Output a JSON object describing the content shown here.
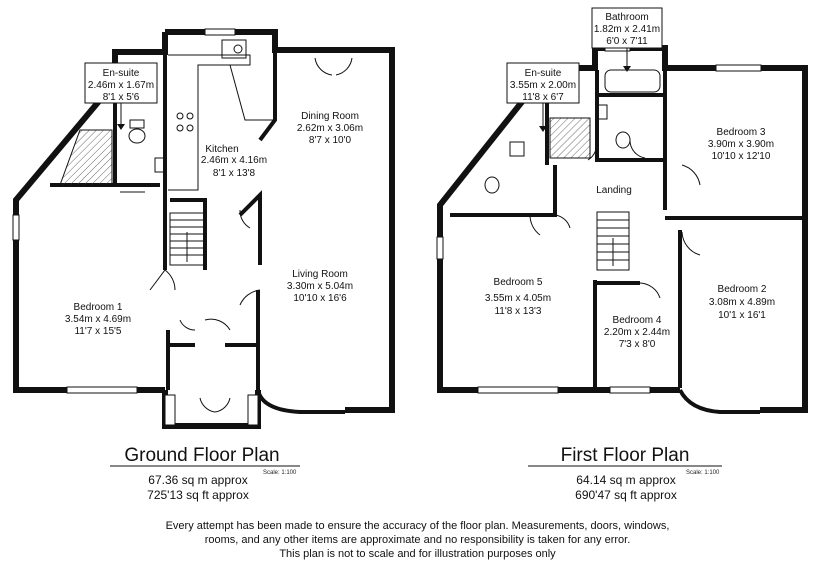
{
  "ground": {
    "title": "Ground Floor Plan",
    "scale": "Scale: 1:100",
    "area_m": "67.36 sq m approx",
    "area_ft": "725'13 sq ft approx",
    "rooms": {
      "ensuite": {
        "name": "En-suite",
        "m": "2.46m x 1.67m",
        "ft": "8'1 x 5'6"
      },
      "kitchen": {
        "name": "Kitchen",
        "m": "2.46m x 4.16m",
        "ft": "8'1 x 13'8"
      },
      "dining": {
        "name": "Dining Room",
        "m": "2.62m x 3.06m",
        "ft": "8'7 x 10'0"
      },
      "living": {
        "name": "Living Room",
        "m": "3.30m x 5.04m",
        "ft": "10'10 x 16'6"
      },
      "bed1": {
        "name": "Bedroom 1",
        "m": "3.54m x 4.69m",
        "ft": "11'7 x 15'5"
      }
    }
  },
  "first": {
    "title": "First Floor Plan",
    "scale": "Scale: 1:100",
    "area_m": "64.14 sq m approx",
    "area_ft": "690'47 sq ft approx",
    "rooms": {
      "bathroom": {
        "name": "Bathroom",
        "m": "1.82m x 2.41m",
        "ft": "6'0 x 7'11"
      },
      "ensuite": {
        "name": "En-suite",
        "m": "3.55m x 2.00m",
        "ft": "11'8 x 6'7"
      },
      "bed3": {
        "name": "Bedroom 3",
        "m": "3.90m x 3.90m",
        "ft": "10'10 x 12'10"
      },
      "landing": {
        "name": "Landing"
      },
      "bed5": {
        "name": "Bedroom 5",
        "m": "3.55m x 4.05m",
        "ft": "11'8 x 13'3"
      },
      "bed4": {
        "name": "Bedroom 4",
        "m": "2.20m x 2.44m",
        "ft": "7'3 x 8'0"
      },
      "bed2": {
        "name": "Bedroom 2",
        "m": "3.08m x 4.89m",
        "ft": "10'1 x 16'1"
      }
    }
  },
  "disclaimer": {
    "line1": "Every attempt has been made to ensure the accuracy of the floor plan. Measurements, doors, windows,",
    "line2": "rooms, and any other items are approximate and no responsibility is taken for any error.",
    "line3": "This plan is not to scale and for illustration purposes only"
  }
}
